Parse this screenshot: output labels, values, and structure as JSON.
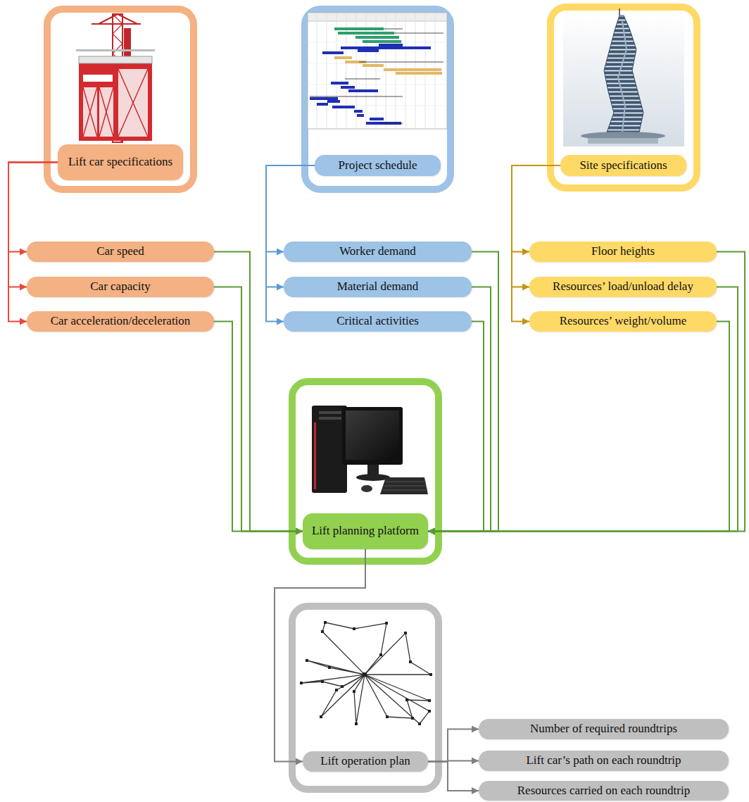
{
  "diagram": {
    "nodes": [
      {
        "text": [
          "Lift car specifications"
        ]
      },
      {
        "text": [
          "Project schedule"
        ]
      },
      {
        "text": [
          "Site specifications"
        ]
      },
      {
        "text": [
          "Car speed"
        ]
      },
      {
        "text": [
          "Worker demand"
        ]
      },
      {
        "text": [
          "Floor heights"
        ]
      },
      {
        "text": [
          "Car capacity"
        ]
      },
      {
        "text": [
          "Material demand"
        ]
      },
      {
        "text": [
          "Resources’ load/unload delay"
        ]
      },
      {
        "text": [
          "Car acceleration/deceleration"
        ]
      },
      {
        "text": [
          "Critical activities"
        ]
      },
      {
        "text": [
          "Resources’ weight/volume"
        ]
      },
      {
        "text": [
          "Lift planning platform"
        ]
      },
      {
        "text": [
          "Number of required roundtrips"
        ]
      },
      {
        "text": [
          "Lift operation plan"
        ]
      },
      {
        "text": [
          "Lift car’s path on each roundtrip"
        ]
      },
      {
        "text": [
          "Resources carried on each roundtrip"
        ]
      }
    ],
    "edges": [
      {
        "from": 0,
        "to": 3,
        "arrow": "to"
      },
      {
        "from": 0,
        "to": 6,
        "arrow": "to"
      },
      {
        "from": 0,
        "to": 9,
        "arrow": "to"
      },
      {
        "from": 1,
        "to": 4,
        "arrow": "to"
      },
      {
        "from": 1,
        "to": 7,
        "arrow": "to"
      },
      {
        "from": 1,
        "to": 10,
        "arrow": "to"
      },
      {
        "from": 2,
        "to": 5,
        "arrow": "to"
      },
      {
        "from": 2,
        "to": 8,
        "arrow": "to"
      },
      {
        "from": 2,
        "to": 11,
        "arrow": "to"
      },
      {
        "from": 3,
        "to": 12,
        "arrow": "to"
      },
      {
        "from": 6,
        "to": 12,
        "arrow": "to"
      },
      {
        "from": 9,
        "to": 12,
        "arrow": "to"
      },
      {
        "from": 4,
        "to": 12,
        "arrow": "to"
      },
      {
        "from": 7,
        "to": 12,
        "arrow": "to"
      },
      {
        "from": 10,
        "to": 12,
        "arrow": "to"
      },
      {
        "from": 5,
        "to": 12,
        "arrow": "to"
      },
      {
        "from": 8,
        "to": 12,
        "arrow": "to"
      },
      {
        "from": 11,
        "to": 12,
        "arrow": "to"
      },
      {
        "from": 12,
        "to": 14,
        "arrow": "to"
      },
      {
        "from": 14,
        "to": 13,
        "arrow": "to"
      },
      {
        "from": 14,
        "to": 15,
        "arrow": "to"
      },
      {
        "from": 14,
        "to": 16,
        "arrow": "to"
      }
    ]
  }
}
